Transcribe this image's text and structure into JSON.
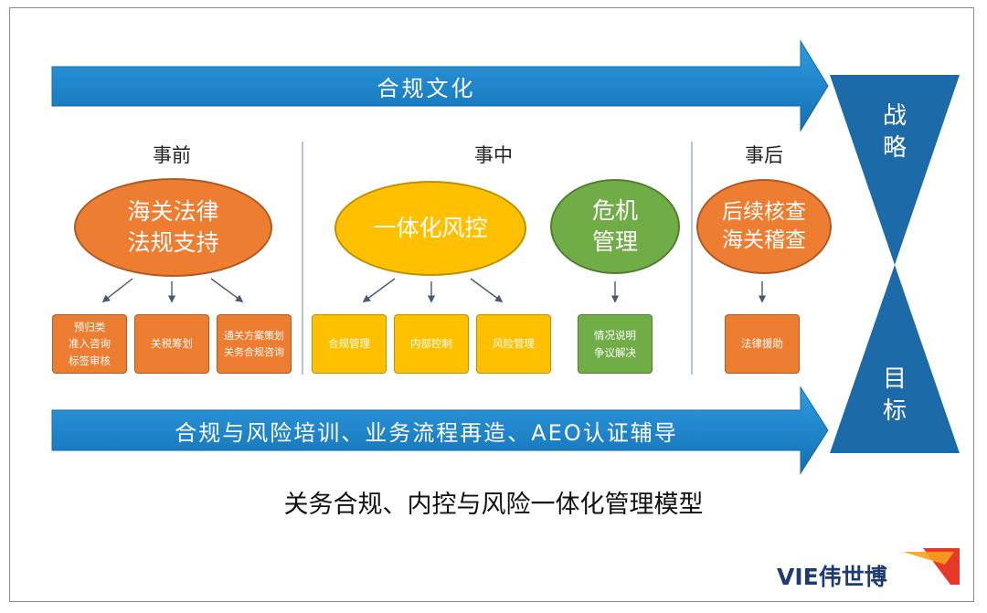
{
  "top_arrow": {
    "label": "合规文化"
  },
  "bottom_arrow": {
    "label": "合规与风险培训、业务流程再造、AEO认证辅导"
  },
  "phases": {
    "before": "事前",
    "during": "事中",
    "after": "事后"
  },
  "ellipses": {
    "law": "海关法律\n法规支持",
    "risk_control": "一体化风控",
    "crisis": "危机\n管理",
    "audit": "后续核查\n海关稽查"
  },
  "boxes": {
    "classification": "预归类\n准入咨询\n标签审核",
    "tax": "关税筹划",
    "clearance": "通关方案策划\n关务合规咨询",
    "compliance": "合规管理",
    "internal": "内部控制",
    "risk": "风险管理",
    "dispute": "情况说明\n争议解决",
    "legal_aid": "法律援助"
  },
  "goal": {
    "strategy": "战\n略",
    "target": "目\n标"
  },
  "caption": "关务合规、内控与风险一体化管理模型",
  "logo": {
    "text": "VIE伟世博"
  },
  "colors": {
    "arrow_blue": "#1a82c8",
    "hourglass_blue": "#1d6aa8",
    "orange": "#ed7d31",
    "yellow": "#ffc000",
    "green": "#70ad47",
    "logo_navy": "#1f3b73",
    "logo_red": "#e8382a",
    "logo_gold": "#f5a21b"
  }
}
